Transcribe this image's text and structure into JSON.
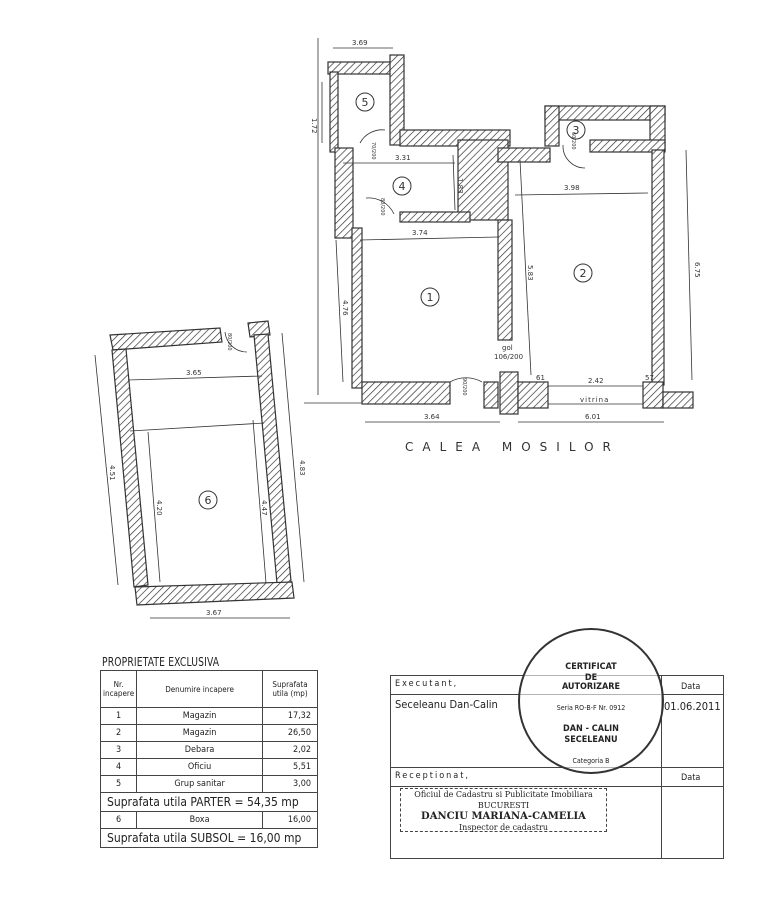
{
  "plan": {
    "street": "CALEA MOSILOR",
    "rooms": [
      "1",
      "2",
      "3",
      "4",
      "5",
      "6"
    ],
    "dimensions": {
      "top_wc": "3.69",
      "left_wc": "1.72",
      "office_width": "3.31",
      "office_height": "1.83",
      "room1_width": "3.74",
      "room2_width": "3.98",
      "room2_left": "5.83",
      "room2_right": "6.75",
      "room1_left": "4.76",
      "gap_label": "gol",
      "gap_size": "106/200",
      "pier_left": "61",
      "window_width": "2.42",
      "pier_right": "57",
      "window_label": "vitrina",
      "front_left": "3.64",
      "front_right": "6.01",
      "door_wc": "70/200",
      "door_office": "80/200",
      "door_store": "90/200",
      "door_storage": "60/200",
      "base_top": "3.65",
      "base_bottom": "3.67",
      "base_left": "4.51",
      "base_inner_left": "4.20",
      "base_inner_right": "4.47",
      "base_right": "4.83",
      "door_base": "80/200"
    }
  },
  "table": {
    "title": "PROPRIETATE EXCLUSIVA",
    "headers": [
      "Nr. incapere",
      "Denumire incapere",
      "Suprafata utila (mp)"
    ],
    "rows": [
      [
        "1",
        "Magazin",
        "17,32"
      ],
      [
        "2",
        "Magazin",
        "26,50"
      ],
      [
        "3",
        "Debara",
        "2,02"
      ],
      [
        "4",
        "Oficiu",
        "5,51"
      ],
      [
        "5",
        "Grup sanitar",
        "3,00"
      ]
    ],
    "total_parter": "Suprafata utila PARTER = 54,35 mp",
    "subsol_row": [
      "6",
      "Boxa",
      "16,00"
    ],
    "total_subsol": "Suprafata utila SUBSOL = 16,00 mp"
  },
  "signoff": {
    "executant_label": "Executant,",
    "executant_name": "Seceleanu Dan-Calin",
    "data_label": "Data",
    "executant_date": "01.06.2011",
    "receptionat_label": "Receptionat,",
    "data_label2": "Data"
  },
  "stamp": {
    "line1": "CERTIFICAT",
    "line2": "DE",
    "line3": "AUTORIZARE",
    "serie": "Seria RO-B-F Nr. 0912",
    "name1": "DAN - CALIN",
    "name2": "SECELEANU",
    "category": "Categoria B"
  },
  "office_stamp": {
    "line1": "Oficiul de Cadastru si Publicitate Imobiliara",
    "line2": "BUCURESTI",
    "name": "DANCIU MARIANA-CAMELIA",
    "role": "Inspector de cadastru"
  }
}
